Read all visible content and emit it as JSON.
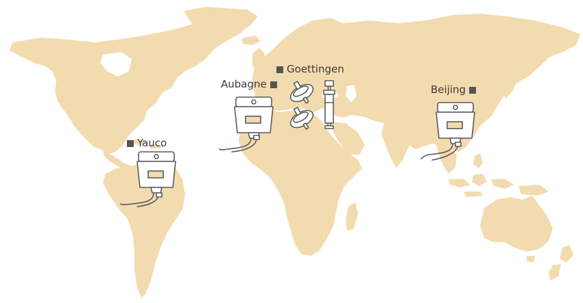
{
  "map": {
    "land_color": "#f3dbb0",
    "marker_color": "#555555",
    "locations": [
      {
        "id": "yauco",
        "label": "Yauco",
        "icons": [
          "iv-bag-icon"
        ]
      },
      {
        "id": "aubagne",
        "label": "Aubagne",
        "icons": [
          "iv-bag-icon"
        ]
      },
      {
        "id": "goettingen",
        "label": "Goettingen",
        "icons": [
          "syringe-filter-icon",
          "syringe-filter-icon",
          "syringe-icon"
        ]
      },
      {
        "id": "beijing",
        "label": "Beijing",
        "icons": [
          "iv-bag-icon"
        ]
      }
    ]
  }
}
